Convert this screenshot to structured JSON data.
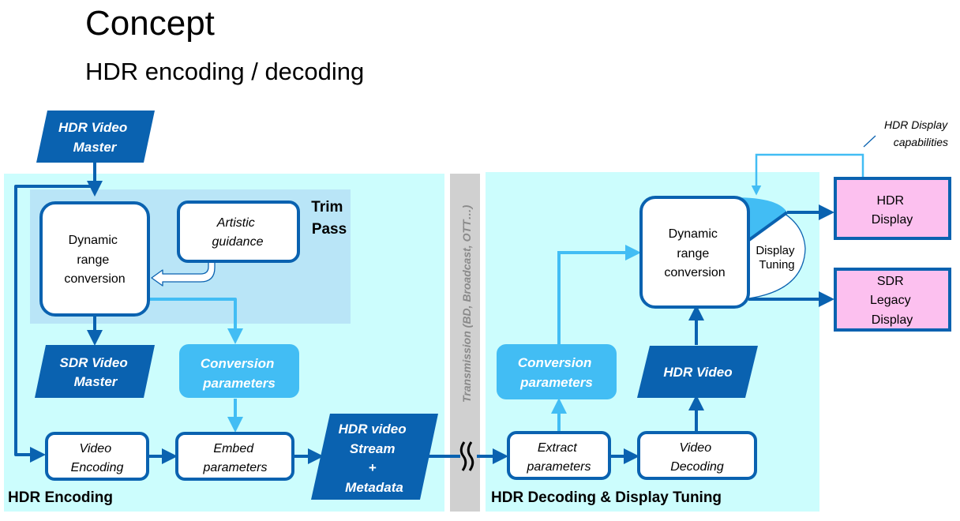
{
  "header": {
    "title": "Concept",
    "subtitle": "HDR encoding / decoding"
  },
  "encoding": {
    "panel_label": "HDR Encoding",
    "trim_pass": [
      "Trim",
      "Pass"
    ],
    "hdr_master": [
      "HDR Video",
      "Master"
    ],
    "dynamic_range": [
      "Dynamic",
      "range",
      "conversion"
    ],
    "artistic": [
      "Artistic",
      "guidance"
    ],
    "sdr_master": [
      "SDR Video",
      "Master"
    ],
    "conversion_params": [
      "Conversion",
      "parameters"
    ],
    "video_encoding": [
      "Video",
      "Encoding"
    ],
    "embed_params": [
      "Embed",
      "parameters"
    ],
    "stream": [
      "HDR video",
      "Stream",
      "+",
      "Metadata"
    ]
  },
  "transmission": {
    "label": "Transmission (BD, Broadcast, OTT…)"
  },
  "decoding": {
    "panel_label": "HDR Decoding & Display Tuning",
    "extract_params": [
      "Extract",
      "parameters"
    ],
    "video_decoding": [
      "Video",
      "Decoding"
    ],
    "conversion_params": [
      "Conversion",
      "parameters"
    ],
    "hdr_video": [
      "HDR Video"
    ],
    "dynamic_range": [
      "Dynamic",
      "range",
      "conversion"
    ],
    "display_tuning": [
      "Display",
      "Tuning"
    ],
    "hdr_display_caps": [
      "HDR Display",
      "capabilities"
    ],
    "hdr_display": [
      "HDR",
      "Display"
    ],
    "sdr_display": [
      "SDR",
      "Legacy",
      "Display"
    ]
  },
  "colors": {
    "panel_bg": "#ccfdfd",
    "trim_bg": "#b9e5f7",
    "dark_blue": "#0a62b0",
    "light_blue": "#42bdf4",
    "display_fill": "#fcc0ef",
    "separator": "#d0d0d0"
  }
}
